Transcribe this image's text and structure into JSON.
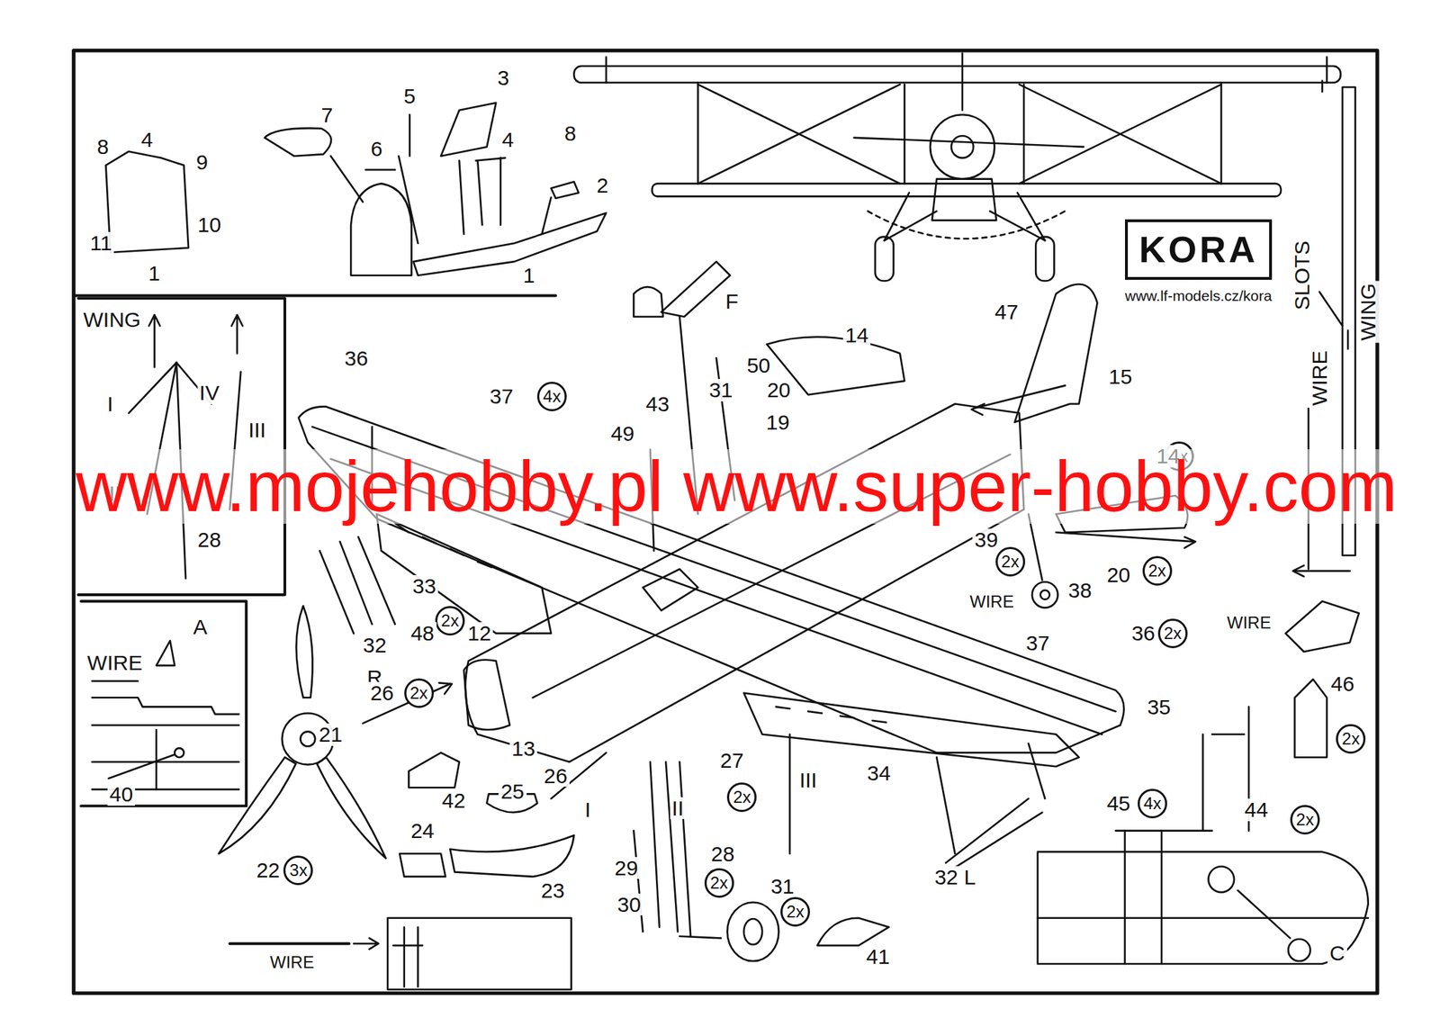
{
  "diagram": {
    "nodes": [
      {
        "text": [
          "KORA"
        ]
      },
      {
        "text": [
          "4x"
        ]
      },
      {
        "text": [
          "2x"
        ]
      },
      {
        "text": [
          "2x"
        ]
      },
      {
        "text": [
          "2x"
        ]
      },
      {
        "text": [
          "2x"
        ]
      },
      {
        "text": [
          "2x"
        ]
      },
      {
        "text": [
          "2x"
        ]
      },
      {
        "text": [
          "2x"
        ]
      },
      {
        "text": [
          "2x"
        ]
      },
      {
        "text": [
          "4x"
        ]
      },
      {
        "text": [
          "2x"
        ]
      },
      {
        "text": [
          "3x"
        ]
      },
      {
        "text": [
          "2x"
        ]
      },
      {
        "text": [
          "2x"
        ]
      }
    ],
    "labels": [
      "8",
      "4",
      "9",
      "10",
      "11",
      "1",
      "7",
      "6",
      "5",
      "3",
      "4",
      "8",
      "2",
      "1",
      "WING",
      "I",
      "IV",
      "III",
      "II",
      "28",
      "A",
      "WIRE",
      "40",
      "www.lf-models.cz/kora",
      "SLOTS",
      "WING",
      "WIRE",
      "36",
      "37",
      "F",
      "43",
      "50",
      "31",
      "20",
      "19",
      "14",
      "47",
      "15",
      "49",
      "14",
      "www.mojehobby.pl www.super-hobby.com",
      "39",
      "WIRE",
      "38",
      "20",
      "33",
      "48",
      "12",
      "32",
      "R",
      "36",
      "37",
      "WIRE",
      "46",
      "35",
      "26",
      "21",
      "13",
      "34",
      "III",
      "27",
      "26",
      "25",
      "42",
      "I",
      "II",
      "45",
      "44",
      "24",
      "28",
      "29",
      "22",
      "32 L",
      "31",
      "23",
      "30",
      "C",
      "41",
      "WIRE"
    ]
  }
}
